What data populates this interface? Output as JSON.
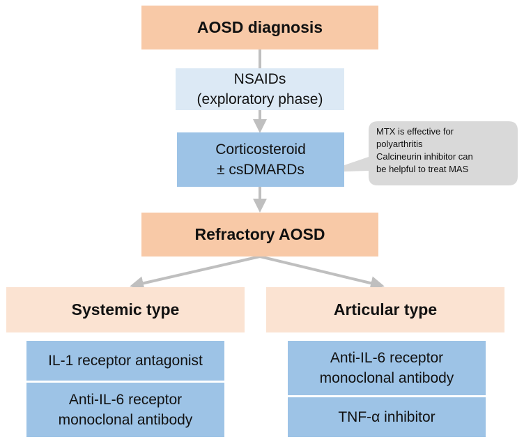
{
  "nodes": {
    "aosd_diagnosis": "AOSD diagnosis",
    "nsaids": [
      "NSAIDs",
      "(exploratory phase)"
    ],
    "corticosteroid": [
      "Corticosteroid",
      "± csDMARDs"
    ],
    "refractory": "Refractory AOSD",
    "systemic_type": "Systemic type",
    "articular_type": "Articular type",
    "systemic_treatments": {
      "il1": "IL-1 receptor antagonist",
      "anti_il6": [
        "Anti-IL-6 receptor",
        "monoclonal antibody"
      ]
    },
    "articular_treatments": {
      "anti_il6": [
        "Anti-IL-6 receptor",
        "monoclonal antibody"
      ],
      "tnf": "TNF-α inhibitor"
    }
  },
  "callout": {
    "lines": [
      "MTX is effective for",
      "polyarthritis",
      "Calcineurin inhibitor can",
      "be helpful to treat MAS"
    ]
  },
  "colors": {
    "orange": "#f8c9a7",
    "peach": "#fbe3d2",
    "light_blue": "#dce9f5",
    "blue": "#9dc3e6",
    "callout_gray": "#d9d9d9",
    "arrow_gray": "#bfbfbf"
  }
}
